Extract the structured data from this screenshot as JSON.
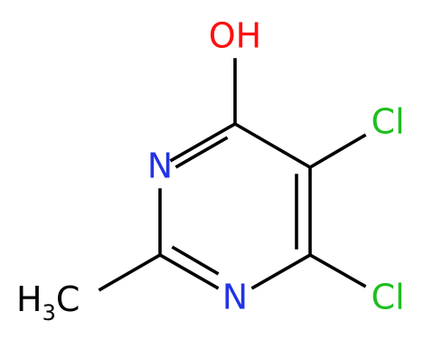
{
  "atoms": {
    "oh": {
      "label": "OH",
      "color": "#ff0d0d"
    },
    "cl_top": {
      "label": "Cl",
      "color": "#1fbf1f"
    },
    "cl_bottom": {
      "label": "Cl",
      "color": "#1fbf1f"
    },
    "n_left": {
      "label": "N",
      "color": "#2333e6"
    },
    "n_bottom": {
      "label": "N",
      "color": "#2333e6"
    },
    "methyl": {
      "label_main": "H",
      "label_sub": "3",
      "label_tail": "C",
      "color": "#000000"
    }
  },
  "bonds_color": "#000000"
}
